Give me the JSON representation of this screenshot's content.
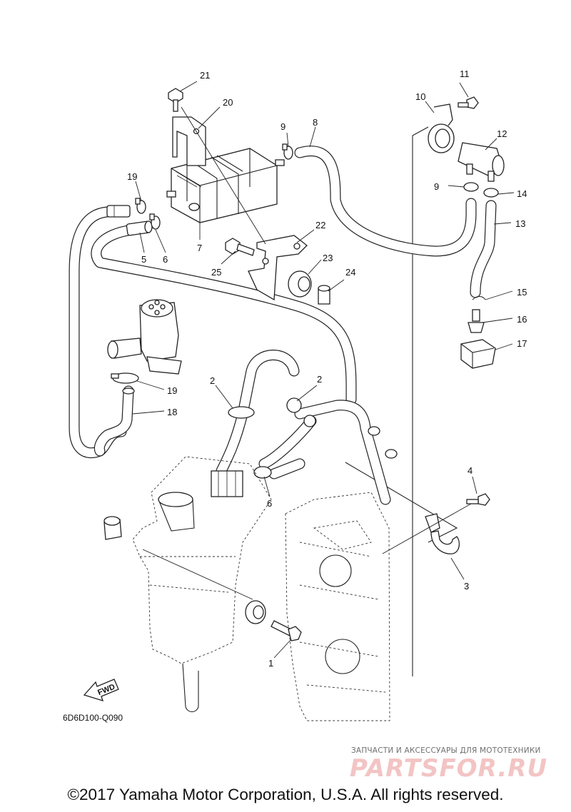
{
  "diagram": {
    "part_labels": [
      "1",
      "2",
      "2",
      "3",
      "4",
      "5",
      "6",
      "6",
      "7",
      "8",
      "9",
      "9",
      "10",
      "11",
      "12",
      "13",
      "14",
      "15",
      "16",
      "17",
      "18",
      "19",
      "19",
      "20",
      "21",
      "22",
      "23",
      "24",
      "25"
    ],
    "drawing_code": "6D6D100-Q090",
    "fwd_label": "FWD"
  },
  "watermark": {
    "tagline": "ЗАПЧАСТИ И АКСЕССУАРЫ ДЛЯ МОТОТЕХНИКИ",
    "brand": "PARTSFOR.RU"
  },
  "copyright": "©2017 Yamaha Motor Corporation, U.S.A. All rights reserved."
}
